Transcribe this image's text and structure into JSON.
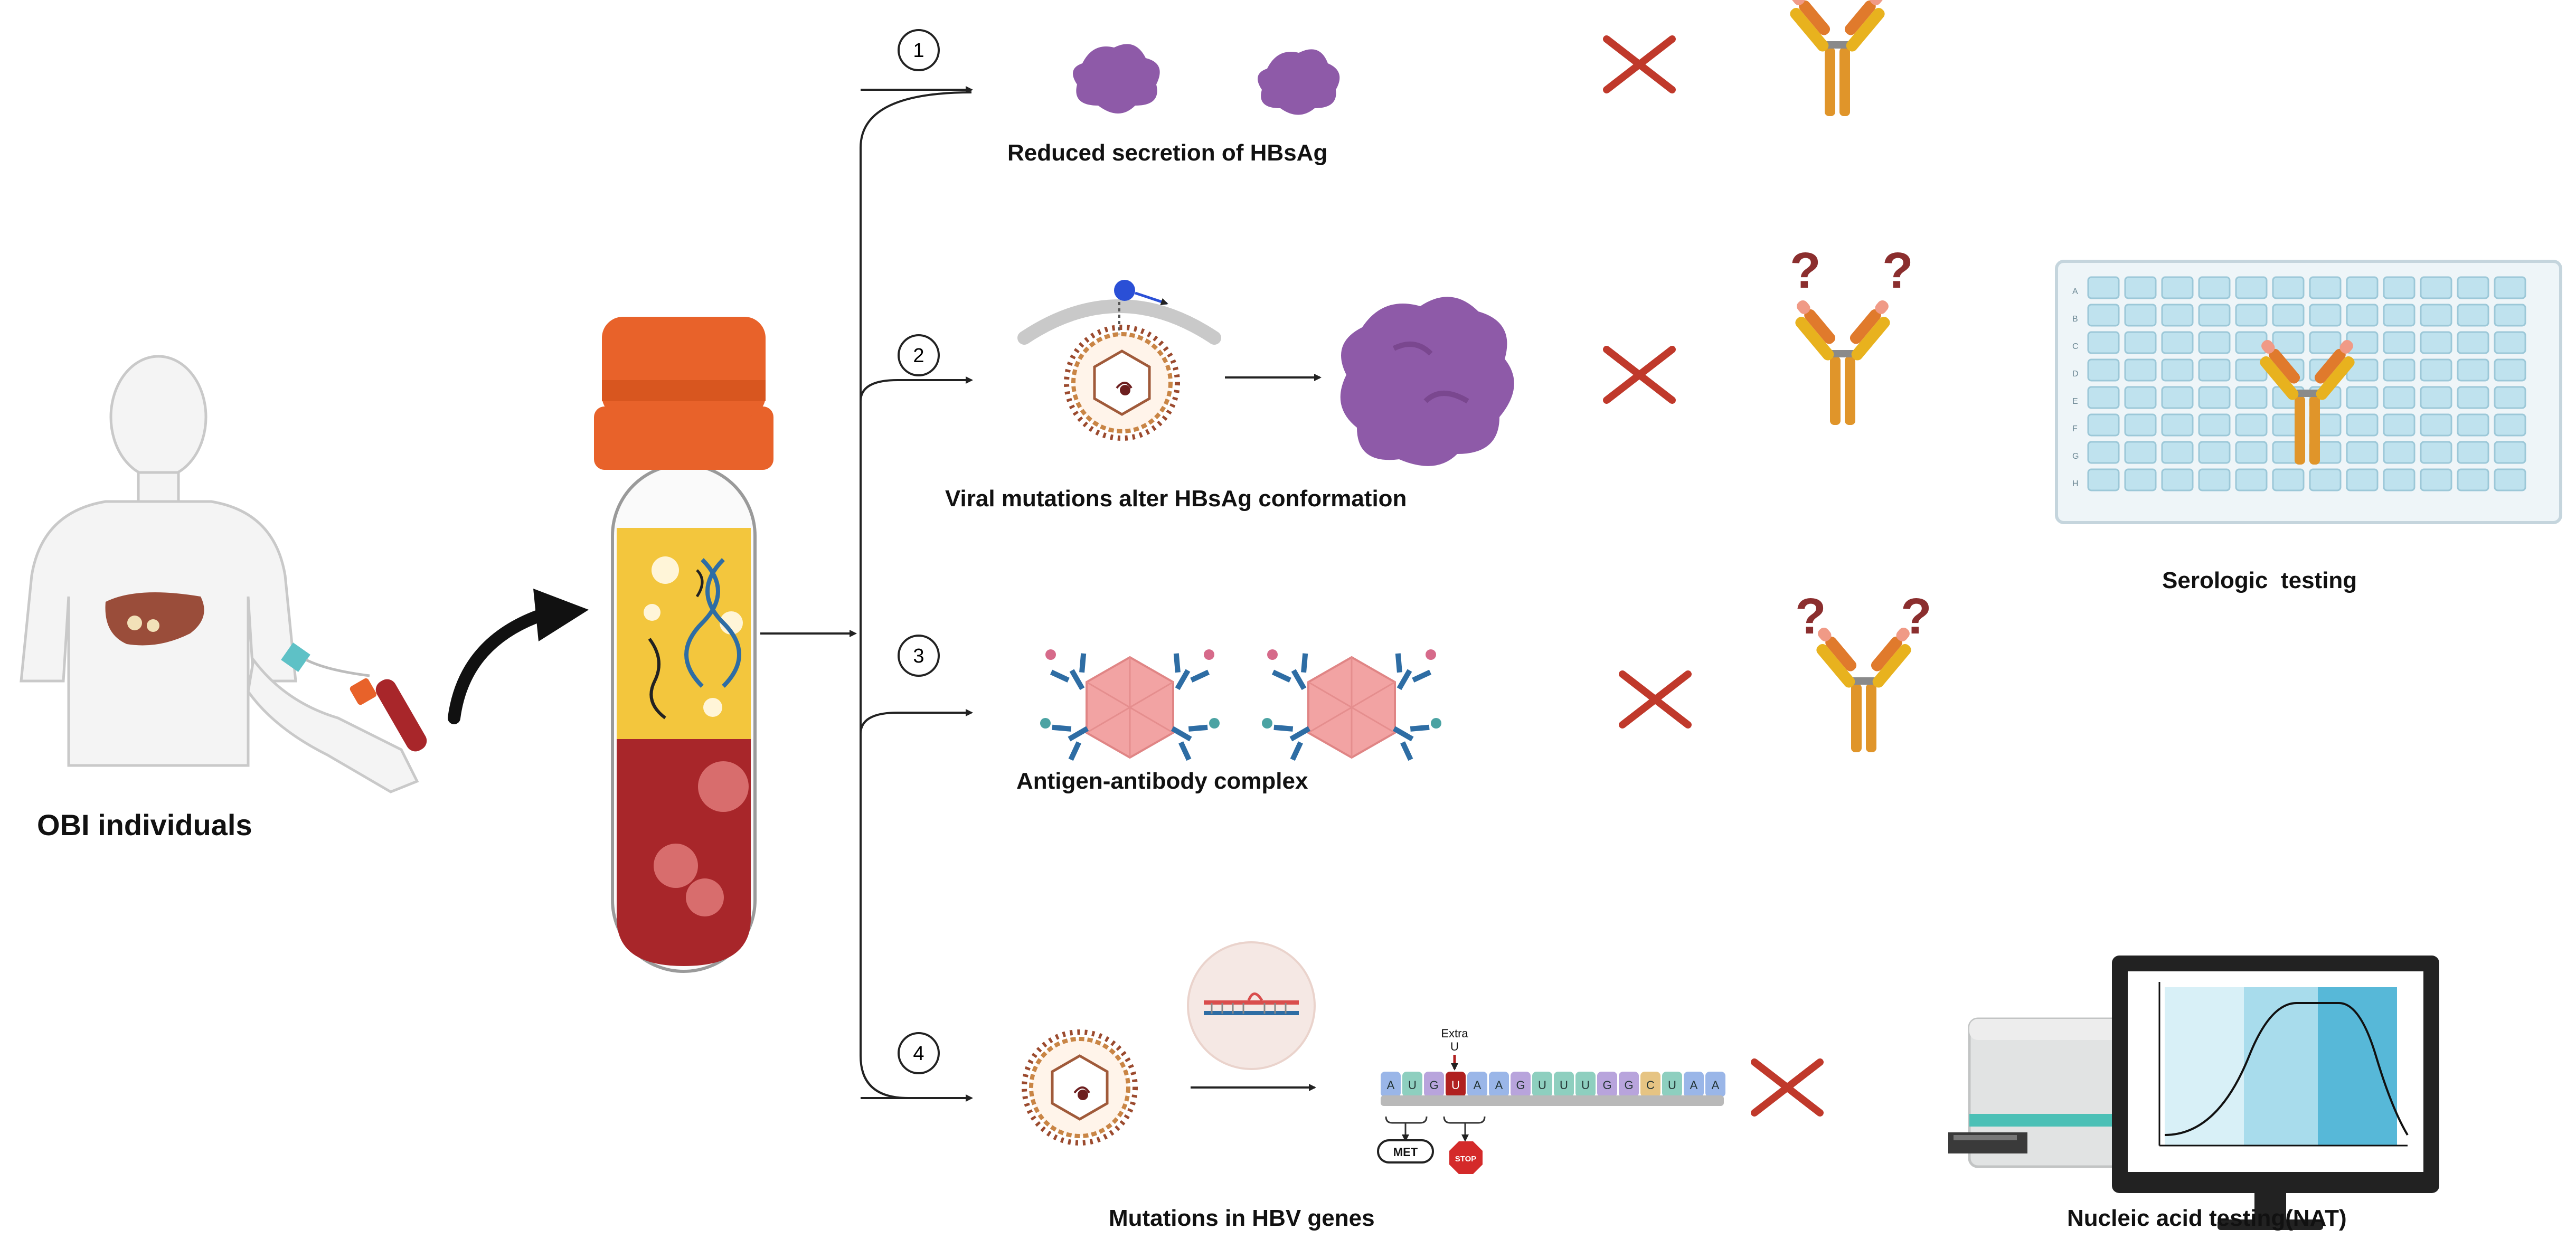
{
  "labels": {
    "obi": "OBI individuals",
    "mech1": "Reduced secretion of HBsAg",
    "mech2": "Viral mutations alter HBsAg conformation",
    "mech3": "Antigen-antibody complex",
    "mech4": "Mutations in HBV genes",
    "serologic": "Serologic  testing",
    "nat": "Nucleic acid testing(NAT)"
  },
  "step_numbers": [
    "1",
    "2",
    "3",
    "4"
  ],
  "question_mark": "?",
  "sequence": {
    "bases": [
      "A",
      "U",
      "G",
      "U",
      "A",
      "A",
      "G",
      "U",
      "U",
      "U",
      "G",
      "G",
      "C",
      "U",
      "A",
      "A"
    ],
    "extra_label": "Extra",
    "extra_base": "U",
    "met_label": "MET",
    "stop_label": "STOP"
  },
  "plate": {
    "rows": [
      "A",
      "B",
      "C",
      "D",
      "E",
      "F",
      "G",
      "H"
    ],
    "columns": 12
  },
  "colors": {
    "cross": "#c0392b",
    "antibody_yellow": "#e8b21e",
    "antibody_orange": "#e07a2c",
    "antibody_pink": "#f09a86",
    "tube_cap": "#e8622a",
    "plasma": "#f3c63d",
    "blood": "#a8262a",
    "protein_purple": "#8e5aa8",
    "capsid_pink": "#f2a3a3",
    "plate_well": "#bfe2ee"
  }
}
